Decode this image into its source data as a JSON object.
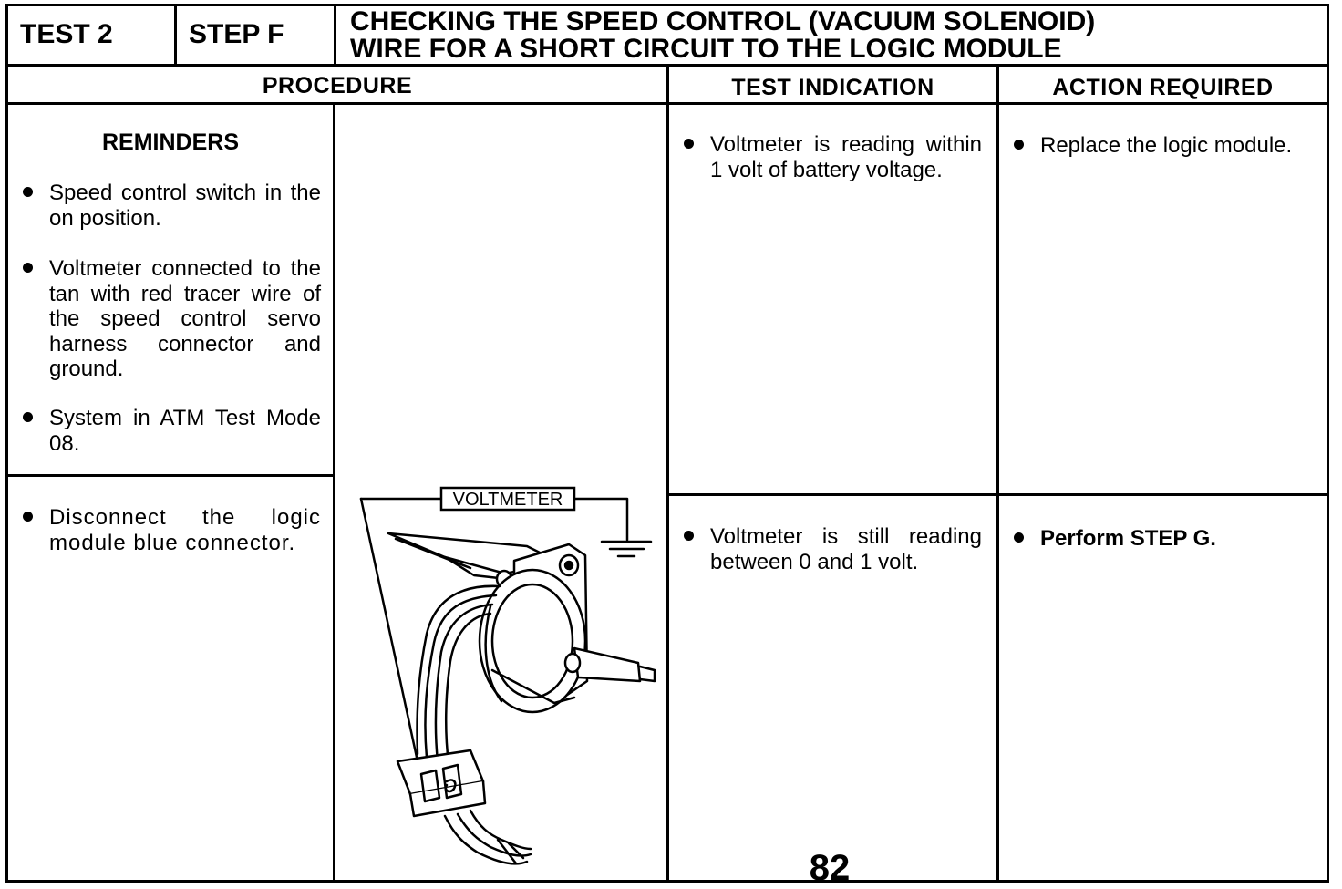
{
  "header": {
    "test_label": "TEST 2",
    "step_label": "STEP F",
    "title_line1": "CHECKING THE SPEED CONTROL (VACUUM SOLENOID)",
    "title_line2": "WIRE FOR A SHORT CIRCUIT TO THE LOGIC MODULE"
  },
  "columns": {
    "procedure": "PROCEDURE",
    "test_indication": "TEST INDICATION",
    "action_required": "ACTION REQUIRED"
  },
  "reminders": {
    "heading": "REMINDERS",
    "items": [
      "Speed control switch in the on position.",
      "Voltmeter connected to the tan with red tracer wire of the speed control servo harness connector and ground.",
      "System in ATM Test Mode 08."
    ]
  },
  "procedure_step": "Disconnect the logic module blue connector.",
  "illustration": {
    "voltmeter_label": "VOLTMETER"
  },
  "rows": [
    {
      "indication": "Voltmeter is reading within 1 volt of battery voltage.",
      "action": "Replace the logic module."
    },
    {
      "indication": "Voltmeter is still reading between 0 and 1 volt.",
      "action": "Perform STEP G."
    }
  ],
  "page_number": "82"
}
